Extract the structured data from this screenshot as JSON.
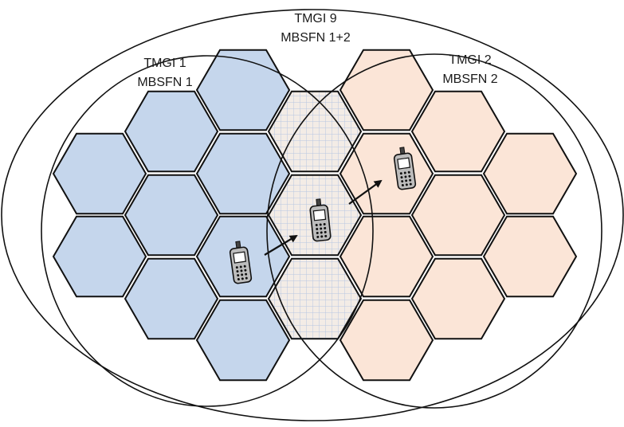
{
  "labels": {
    "region9": {
      "line1": "TMGI 9",
      "line2": "MBSFN 1+2"
    },
    "region1": {
      "line1": "TMGI 1",
      "line2": "MBSFN 1"
    },
    "region2": {
      "line1": "TMGI 2",
      "line2": "MBSFN 2"
    }
  },
  "colors": {
    "mbsfn1_fill": "#c5d6ec",
    "mbsfn2_fill": "#fbe5d7",
    "overlap_fill": "#f3ece6",
    "overlap_grid": "#b7c6e2",
    "outline": "#111111"
  },
  "icons": [
    "mobile-phone-icon",
    "arrow-icon"
  ]
}
